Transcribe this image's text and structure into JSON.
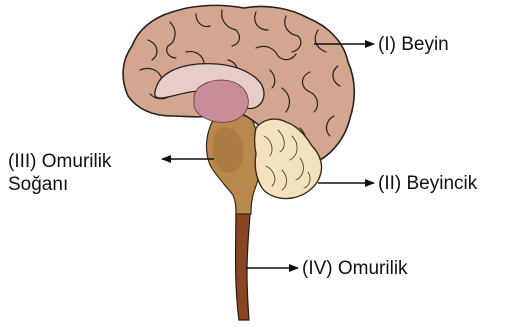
{
  "labels": {
    "beyin": "(I) Beyin",
    "beyincik": "(II) Beyincik",
    "omurilik": "(IV) Omurilik",
    "omurilik_sogani_line1": "(III) Omurilik",
    "omurilik_sogani_line2": "Soğanı"
  },
  "colors": {
    "cerebrum_fill": "#d3a68f",
    "cerebrum_stroke": "#2a2020",
    "corpus_callosum_fill": "#e7cdca",
    "thalamus_fill": "#c88b98",
    "brainstem_fill": "#b9884d",
    "brainstem_shadow": "#a8763d",
    "cerebellum_fill": "#f4e2be",
    "spinal_cord_fill": "#8a4524",
    "arrow": "#111111"
  }
}
